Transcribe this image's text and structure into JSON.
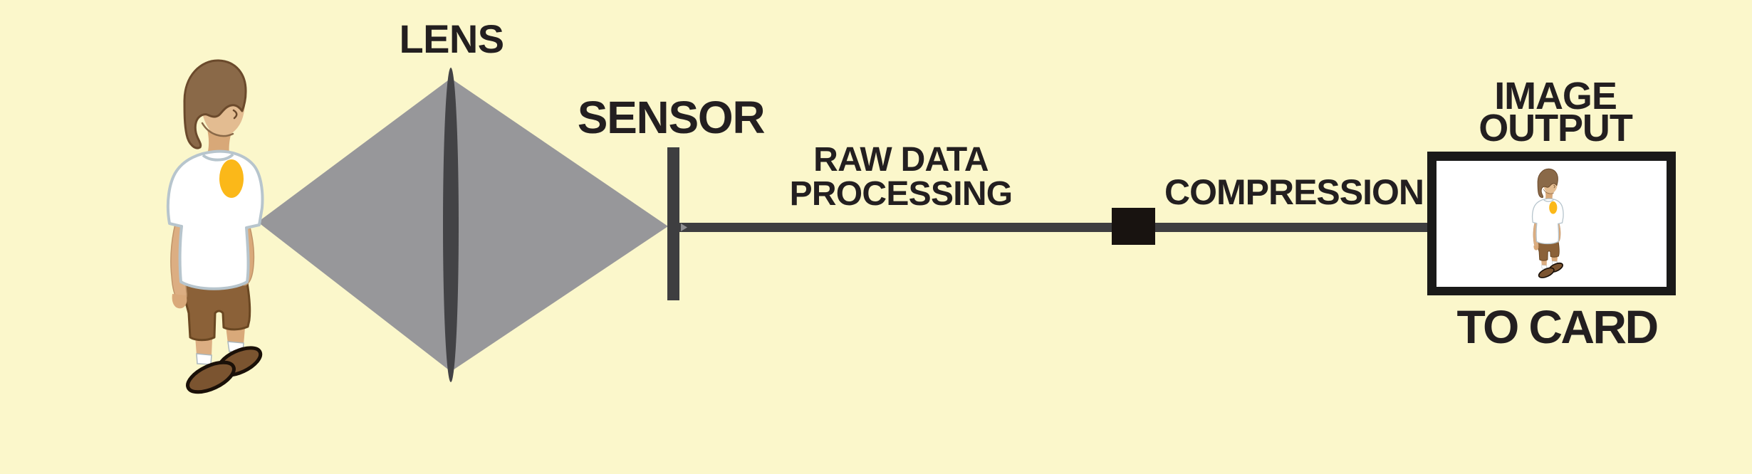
{
  "labels": {
    "lens": "LENS",
    "sensor": "SENSOR",
    "raw_data_processing": {
      "line1": "RAW DATA",
      "line2": "PROCESSING"
    },
    "compression": "COMPRESSION",
    "image_output": {
      "line1": "IMAGE",
      "line2": "OUTPUT"
    },
    "to_card": "TO CARD"
  },
  "flow_order": [
    "LENS",
    "SENSOR",
    "RAW DATA PROCESSING",
    "COMPRESSION",
    "IMAGE OUTPUT",
    "TO CARD"
  ],
  "colors": {
    "background": "#FBF7CB",
    "light_cone": "#97979A",
    "lens_glass": "#434346",
    "sensor_bar": "#3E3E40",
    "signal_line": "#3E3E40",
    "line_notch": "#8F8F92",
    "compression_block": "#181310",
    "frame_border": "#1A1A19",
    "frame_screen": "#FFFFFF",
    "label_text": "#231F20"
  },
  "person_palette": {
    "hair": "#8A6948",
    "hair_outline": "#6B4A2C",
    "skin": "#E3BC91",
    "skin_shadow": "#D9A97A",
    "shirt": "#FFFFFF",
    "shirt_outline": "#B7C5CD",
    "chest_oval": "#FBB819",
    "pants": "#8B6138",
    "pants_outline": "#6A4722",
    "shoes": "#7B5430",
    "shoe_outline": "#1A1008"
  }
}
